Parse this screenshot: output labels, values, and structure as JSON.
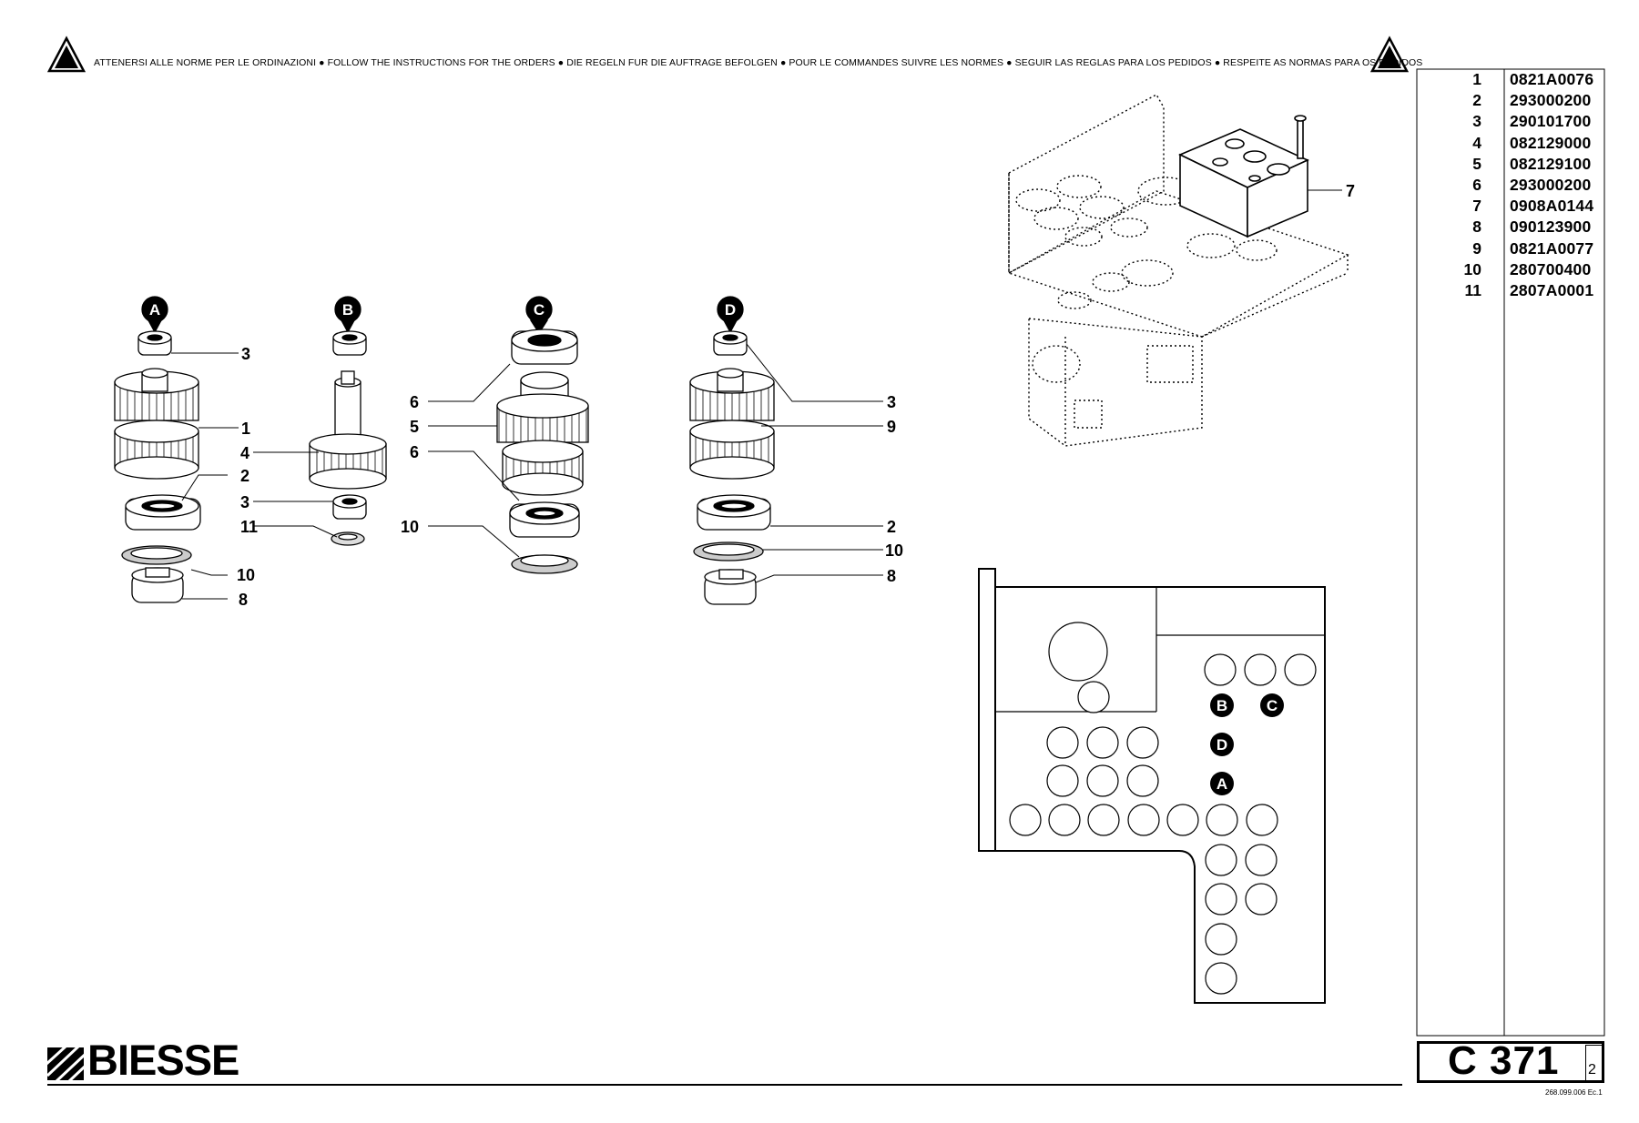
{
  "header": {
    "instructions": "ATTENERSI ALLE NORME PER LE ORDINAZIONI  ●  FOLLOW THE INSTRUCTIONS FOR THE ORDERS ● DIE REGELN FUR DIE AUFTRAGE BEFOLGEN ● POUR LE COMMANDES SUIVRE LES NORMES ● SEGUIR LAS REGLAS PARA LOS PEDIDOS ● RESPEITE AS NORMAS PARA OS PEDIDOS"
  },
  "assemblies": {
    "A": "A",
    "B": "B",
    "C": "C",
    "D": "D"
  },
  "callouts": {
    "a_3": "3",
    "a_1": "1",
    "a_4": "4",
    "a_2": "2",
    "a_3b": "3",
    "a_11": "11",
    "a_10": "10",
    "a_8": "8",
    "c_6": "6",
    "c_5": "5",
    "c_6b": "6",
    "c_10": "10",
    "d_3": "3",
    "d_9": "9",
    "d_2": "2",
    "d_10": "10",
    "d_8": "8",
    "top_7": "7"
  },
  "parts_list": [
    {
      "num": "1",
      "code": "0821A0076"
    },
    {
      "num": "2",
      "code": "293000200"
    },
    {
      "num": "3",
      "code": "290101700"
    },
    {
      "num": "4",
      "code": "082129000"
    },
    {
      "num": "5",
      "code": "082129100"
    },
    {
      "num": "6",
      "code": "293000200"
    },
    {
      "num": "7",
      "code": "0908A0144"
    },
    {
      "num": "8",
      "code": "090123900"
    },
    {
      "num": "9",
      "code": "0821A0077"
    },
    {
      "num": "10",
      "code": "280700400"
    },
    {
      "num": "11",
      "code": "2807A0001"
    }
  ],
  "footer": {
    "brand": "BIESSE",
    "table_code": "C 371",
    "sheet": "2",
    "doc_ref": "268.099.006 Ec.1"
  }
}
